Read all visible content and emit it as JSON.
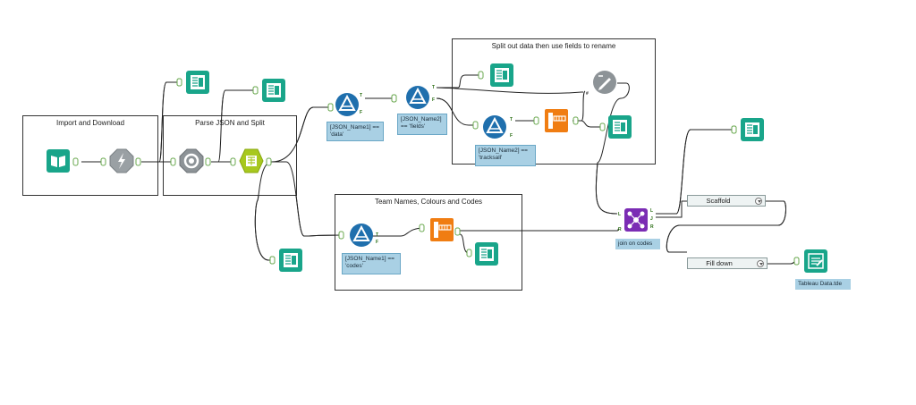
{
  "containers": {
    "import": {
      "title": "Import and Download"
    },
    "parse": {
      "title": "Parse JSON and Split"
    },
    "split_out": {
      "title": "Split out data then use fields to rename"
    },
    "team": {
      "title": "Team Names, Colours and Codes"
    }
  },
  "annotations": {
    "filter_data": "[JSON_Name1] == 'data'",
    "filter_fields": "[JSON_Name2] == 'fields'",
    "filter_tracksall": "[JSON_Name2] == 'tracksall'",
    "filter_codes": "[JSON_Name1] == 'codes'",
    "join": "join on codes",
    "output": "Tableau Data.tde"
  },
  "collapsed": {
    "scaffold": "Scaffold",
    "filldown": "Fill down"
  },
  "anchors": {
    "true": "T",
    "false": "F",
    "left": "L",
    "join": "J",
    "right": "R",
    "input": "#"
  },
  "colors": {
    "browse": "#19a58a",
    "filter": "#1f6fad",
    "join": "#7b2cb4",
    "crosstab": "#f07d12",
    "parse": "#a8c81e",
    "connector_green": "#7bc043"
  },
  "icons": {
    "input": "book-icon",
    "download": "lightning-icon",
    "json_parse": "gear-icon",
    "text_split": "text-columns-icon",
    "filter": "triangle-filter-icon",
    "browse": "browse-icon",
    "crosstab": "crosstab-icon",
    "dynamic_rename": "rename-icon",
    "join": "join-icon",
    "output": "output-icon"
  }
}
